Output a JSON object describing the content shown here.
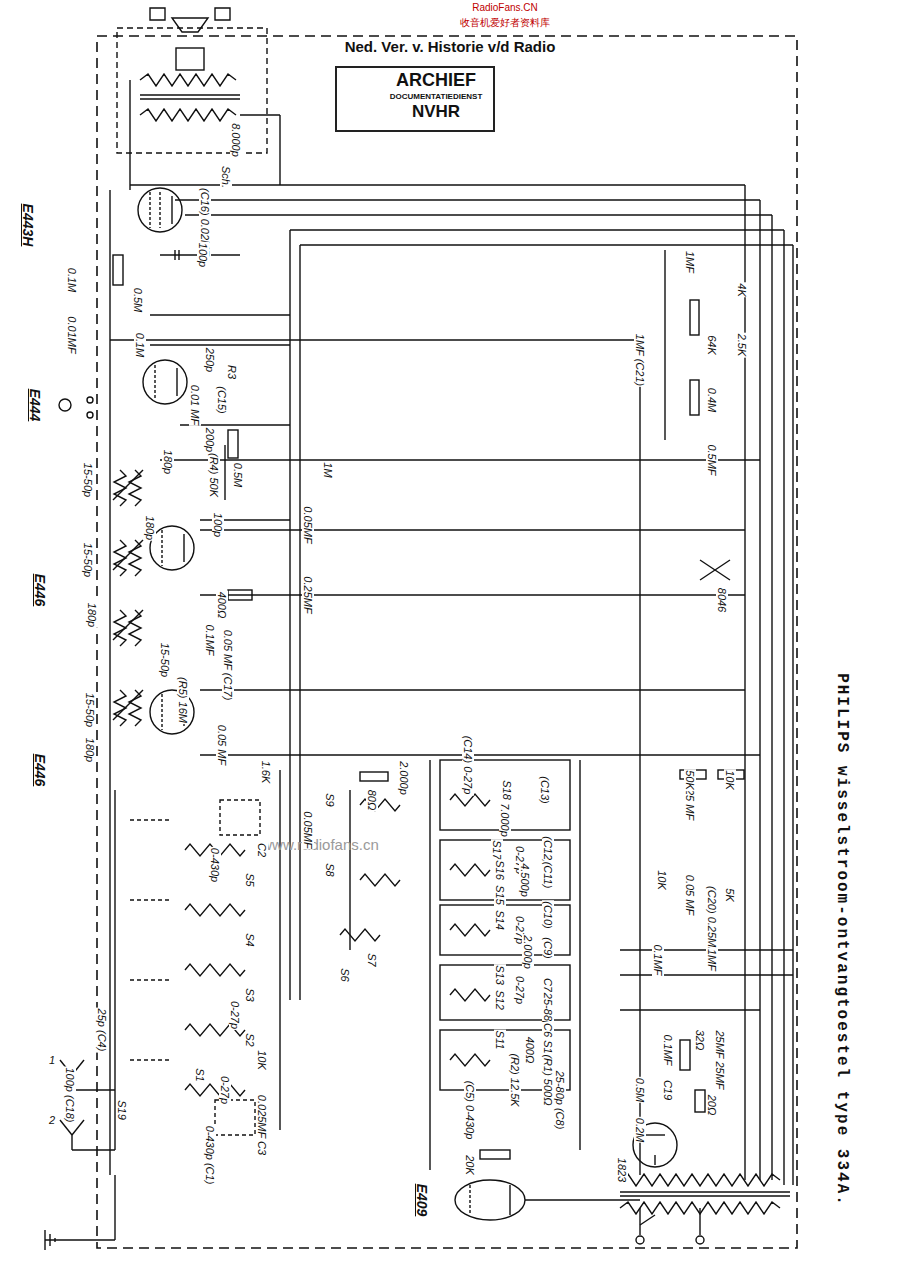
{
  "diagram": {
    "title": "Ned. Ver. v. Historie v/d Radio",
    "caption": "PHILIPS wisselstroom-ontvangtoestel type 334A.",
    "nodes": [
      {
        "text": [
          "ARCHIEF",
          "DOCUMENTATIEDIENST",
          "NVHR"
        ]
      }
    ],
    "labels": [
      "RadioFans.CN",
      "收音机爱好者资料库",
      "www.radiofans.cn",
      "E443H",
      "E444",
      "E446",
      "E446",
      "E409",
      "8.000p",
      "Sch.",
      "(C16) 0.02MF",
      "100p",
      "0.1M",
      "0.01MF",
      "0.5M",
      "0.1M",
      "250p",
      "200p",
      "0.01 MF",
      "(C15)",
      "R3",
      "0.5M",
      "(R4) 50K",
      "180p",
      "15-50p",
      "1M",
      "100p",
      "15-50p",
      "180p",
      "0.05MF",
      "0.25MF",
      "400Ω",
      "0.1MF",
      "15-50p",
      "180p",
      "0.05 MF (C17)",
      "(R5) 16M",
      "15-50p",
      "180p",
      "0.05 MF",
      "1.6K",
      "0.05MF",
      "80Ω",
      "S9",
      "S8",
      "S6",
      "S7",
      "2.000p",
      "(C14) 0-27p",
      "S18",
      "(C13)",
      "7.000p",
      "S17",
      "0-27p",
      "(C12)",
      "(C11)",
      "4.500p",
      "S16",
      "S15",
      "S14",
      "0-27p",
      "(C10)",
      "2.000p",
      "(C9)",
      "S13",
      "0-27p",
      "C7",
      "25-88p",
      "C6",
      "S12",
      "400Ω",
      "S11",
      "S10",
      "(R2) 12.5K",
      "(R1) 500Ω",
      "25-80p (C8)",
      "(C5) 0-430p",
      "20K",
      "0-430p",
      "C2",
      "S5",
      "S4",
      "S3",
      "0-27p",
      "S2",
      "10K",
      "S1",
      "0-27p",
      "0.025MF C3",
      "0-430p (C1)",
      "25p (C4)",
      "100p (C18)",
      "S19",
      "1",
      "2",
      "1MF",
      "4K",
      "1MF (C21)",
      "2.5K",
      "64K",
      "0.4M",
      "0.5MF",
      "8046",
      "0.25 MF",
      "50K",
      "10K",
      "10K",
      "0.05 MF",
      "5K",
      "(C20) 0.25MF",
      "0.1MF",
      "1MF",
      "0.1MF",
      "32Ω",
      "25MF 25MF",
      "C19",
      "0.5M",
      "20Ω",
      "0.2M",
      "1823"
    ]
  }
}
